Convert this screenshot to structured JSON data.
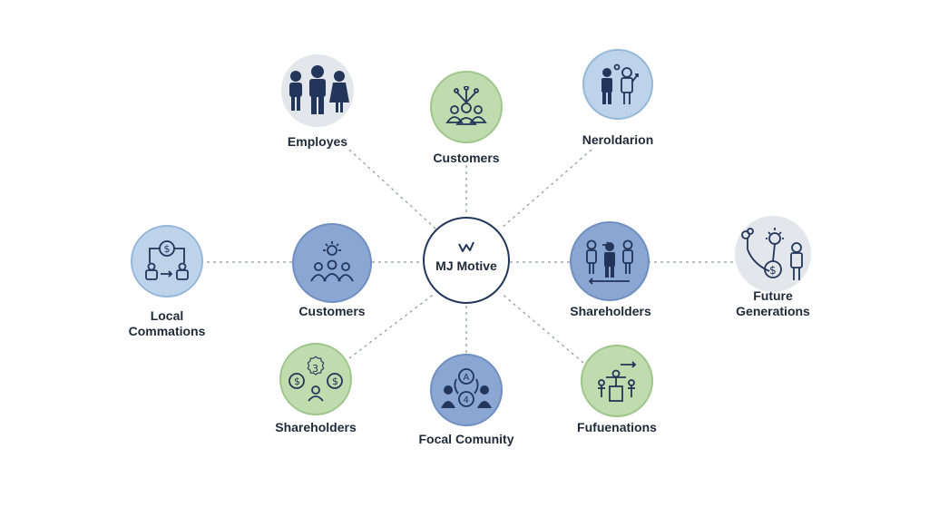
{
  "center": {
    "name": "MJ Motive",
    "icon": "check-leaf-logo"
  },
  "nodes": [
    {
      "id": "employes",
      "label_lines": [
        "Employes"
      ],
      "icon": "people-group-icon"
    },
    {
      "id": "customers-top",
      "label_lines": [
        "Customers"
      ],
      "icon": "customers-network-icon"
    },
    {
      "id": "neroldarion",
      "label_lines": [
        "Neroldarion"
      ],
      "icon": "business-exchange-icon"
    },
    {
      "id": "local-commations",
      "label_lines": [
        "Local",
        "Commations"
      ],
      "icon": "money-transfer-icon"
    },
    {
      "id": "customers-inner",
      "label_lines": [
        "Customers"
      ],
      "icon": "sun-people-icon"
    },
    {
      "id": "shareholders-inner",
      "label_lines": [
        "Shareholders"
      ],
      "icon": "shareholders-meeting-icon"
    },
    {
      "id": "future-generations",
      "label_lines": [
        "Future",
        "Generations"
      ],
      "icon": "future-idea-money-icon"
    },
    {
      "id": "shareholders-bottom",
      "label_lines": [
        "Shareholders"
      ],
      "icon": "coins-person-icon"
    },
    {
      "id": "focal-comunity",
      "label_lines": [
        "Focal Comunity"
      ],
      "icon": "community-badge-icon"
    },
    {
      "id": "fufuenations",
      "label_lines": [
        "Fufuenations"
      ],
      "icon": "podium-growth-icon"
    }
  ],
  "colors": {
    "green": "#bfdcae",
    "light_blue": "#bcd3ea",
    "dark_blue": "#8aa7d4",
    "grey": "#e3e6ea",
    "ink": "#1f2a38",
    "center_border": "#22355a"
  }
}
